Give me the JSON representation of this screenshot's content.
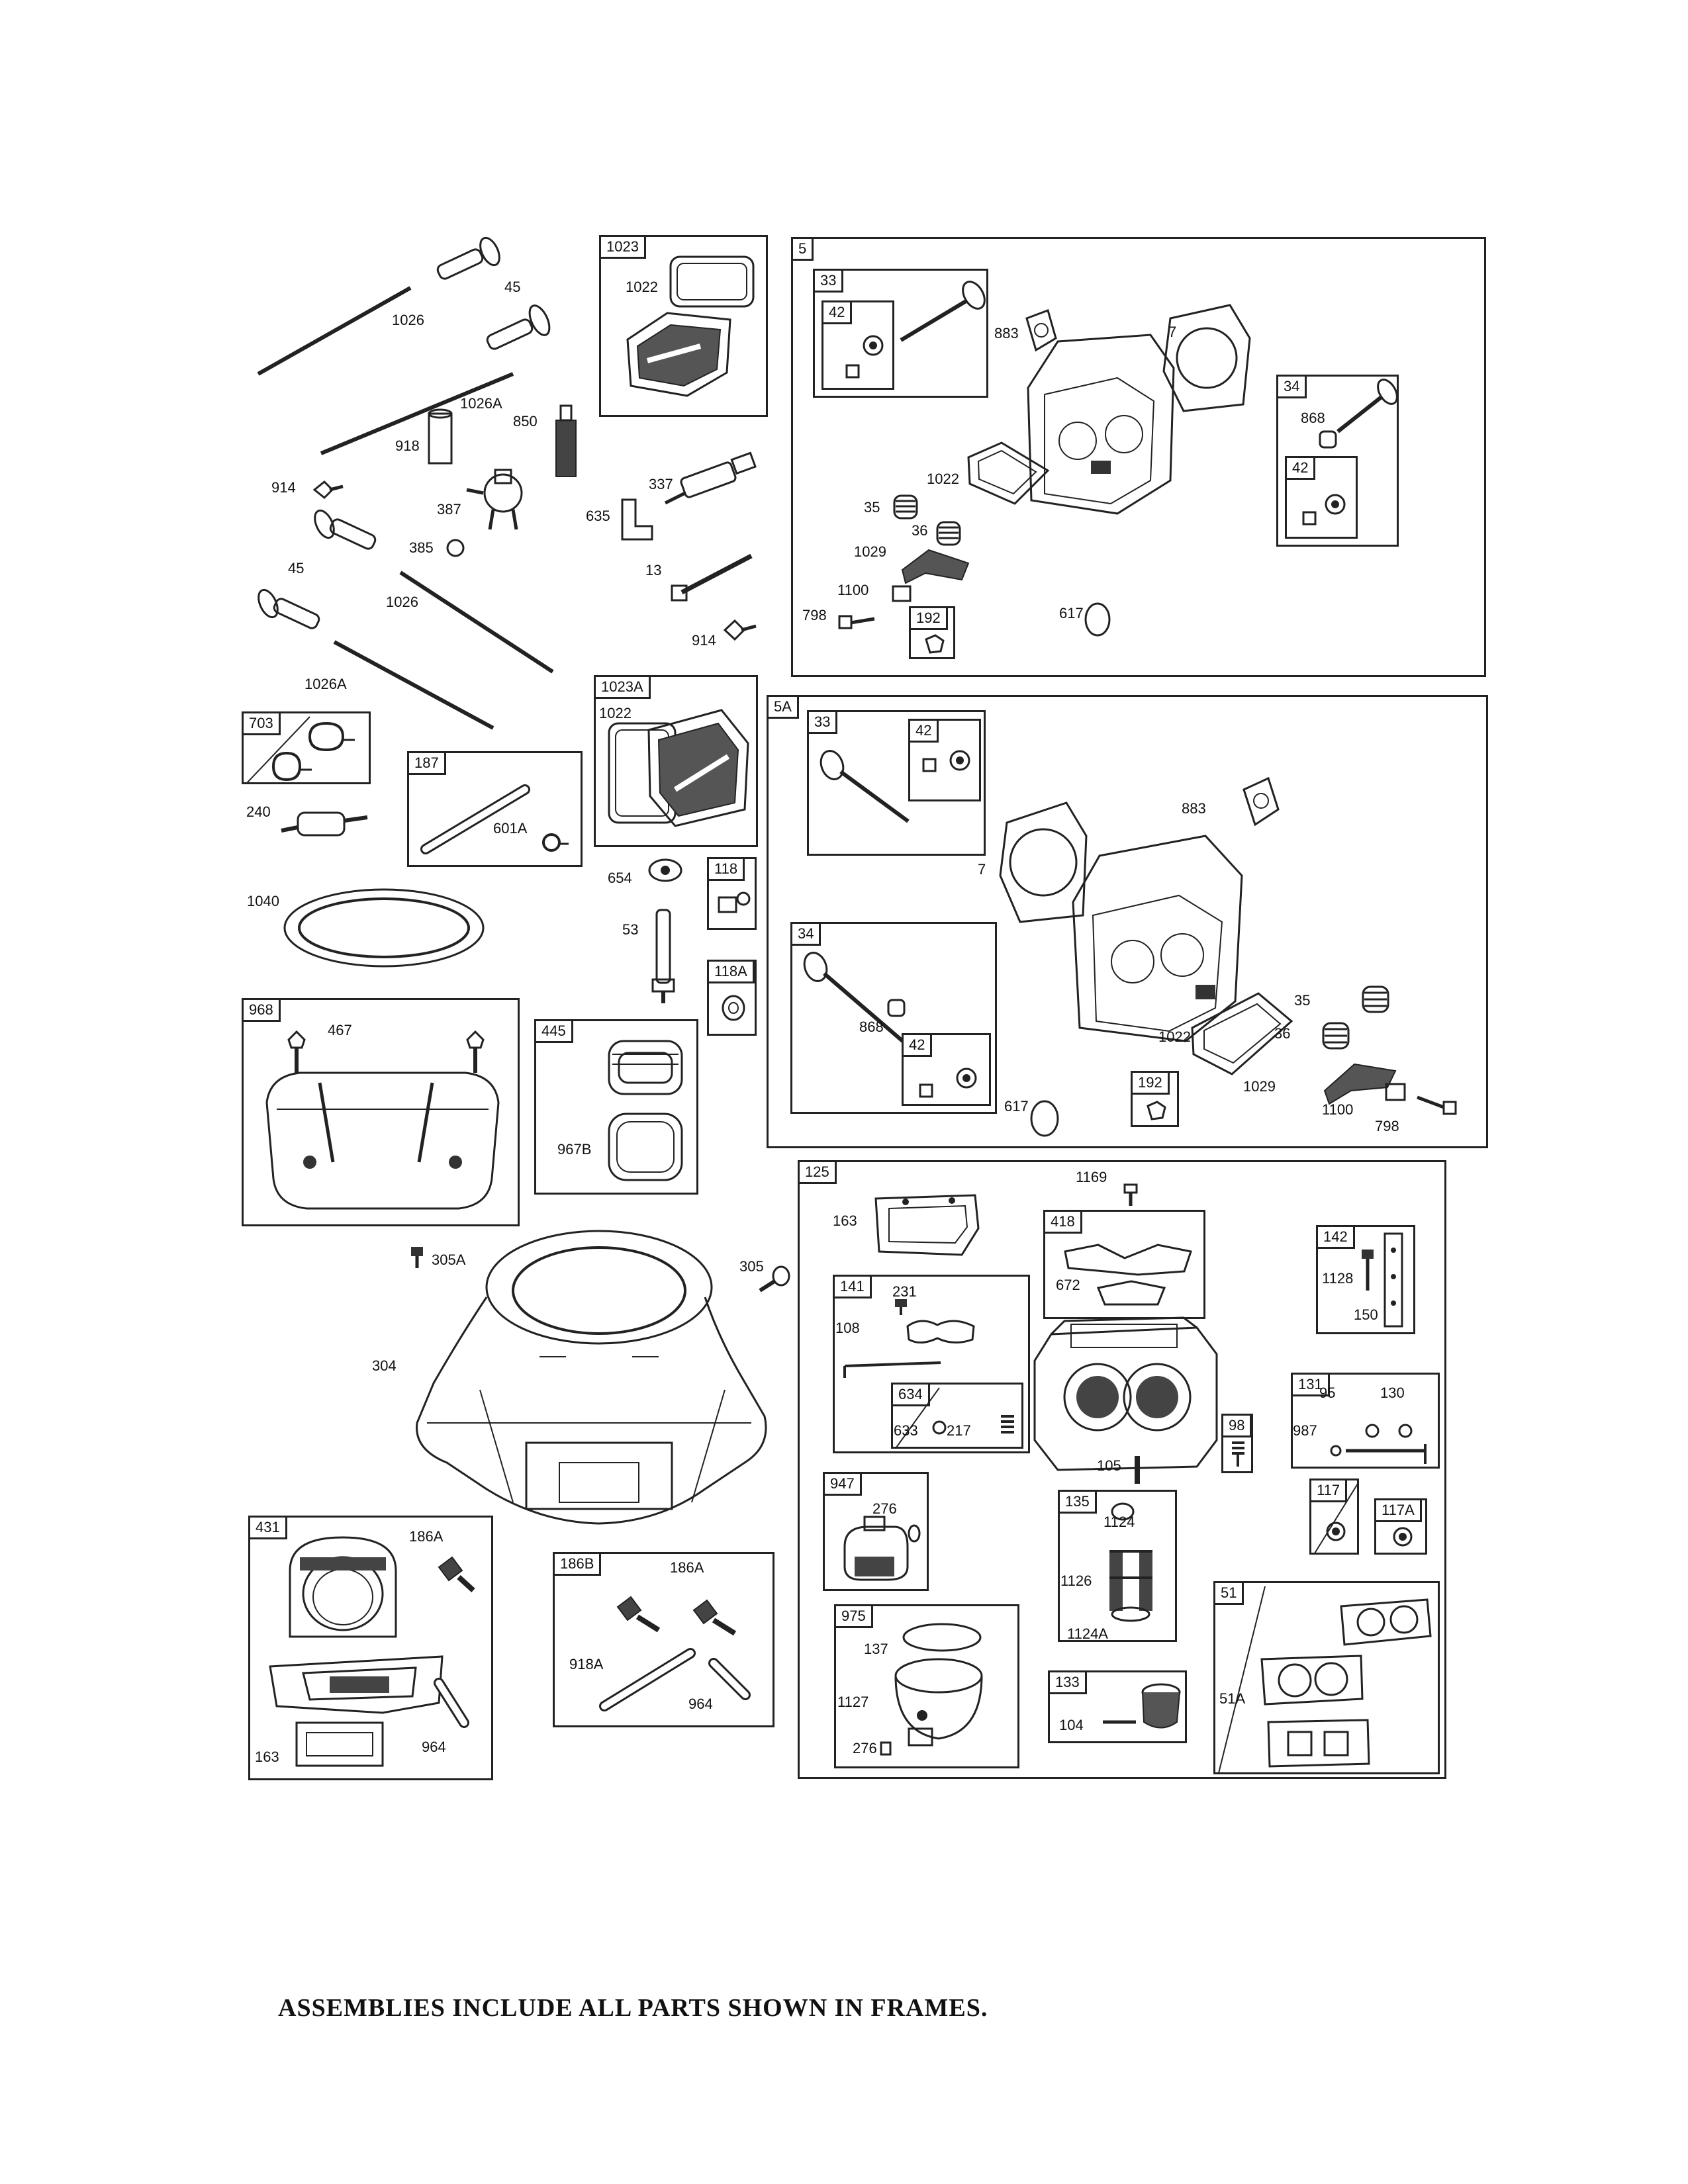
{
  "caption": "ASSEMBLIES INCLUDE ALL PARTS SHOWN IN FRAMES.",
  "frames": [
    {
      "key": "f1023",
      "tag": "1023"
    },
    {
      "key": "f5",
      "tag": "5"
    },
    {
      "key": "f5_33",
      "tag": "33"
    },
    {
      "key": "f5_33_42",
      "tag": "42"
    },
    {
      "key": "f5_34",
      "tag": "34"
    },
    {
      "key": "f5_34_42",
      "tag": "42"
    },
    {
      "key": "f5_192",
      "tag": "192"
    },
    {
      "key": "f703",
      "tag": "703"
    },
    {
      "key": "f187",
      "tag": "187"
    },
    {
      "key": "f1023A",
      "tag": "1023A"
    },
    {
      "key": "f118",
      "tag": "118"
    },
    {
      "key": "f118A",
      "tag": "118A"
    },
    {
      "key": "f5A",
      "tag": "5A"
    },
    {
      "key": "f5A_33",
      "tag": "33"
    },
    {
      "key": "f5A_33_42",
      "tag": "42"
    },
    {
      "key": "f5A_34",
      "tag": "34"
    },
    {
      "key": "f5A_34_42",
      "tag": "42"
    },
    {
      "key": "f5A_192",
      "tag": "192"
    },
    {
      "key": "f968",
      "tag": "968"
    },
    {
      "key": "f445",
      "tag": "445"
    },
    {
      "key": "f125",
      "tag": "125"
    },
    {
      "key": "f418",
      "tag": "418"
    },
    {
      "key": "f142",
      "tag": "142"
    },
    {
      "key": "f141",
      "tag": "141"
    },
    {
      "key": "f634",
      "tag": "634"
    },
    {
      "key": "f131",
      "tag": "131"
    },
    {
      "key": "f98",
      "tag": "98"
    },
    {
      "key": "f947",
      "tag": "947"
    },
    {
      "key": "f135",
      "tag": "135"
    },
    {
      "key": "f117",
      "tag": "117"
    },
    {
      "key": "f117A",
      "tag": "117A"
    },
    {
      "key": "f51",
      "tag": "51"
    },
    {
      "key": "f975",
      "tag": "975"
    },
    {
      "key": "f133",
      "tag": "133"
    },
    {
      "key": "f431",
      "tag": "431"
    },
    {
      "key": "f186B",
      "tag": "186B"
    }
  ],
  "labels": [
    "45",
    "1026",
    "1026A",
    "850",
    "918",
    "914",
    "387",
    "385",
    "337",
    "635",
    "13",
    "914",
    "45",
    "1026",
    "1026A",
    "1022",
    "883",
    "7",
    "868",
    "1022",
    "35",
    "36",
    "1029",
    "1100",
    "798",
    "617",
    "240",
    "1040",
    "601A",
    "1022",
    "654",
    "53",
    "883",
    "7",
    "868",
    "35",
    "36",
    "1022",
    "1029",
    "1100",
    "798",
    "617",
    "467",
    "967B",
    "305A",
    "305",
    "304",
    "1169",
    "163",
    "672",
    "1128",
    "150",
    "231",
    "108",
    "633",
    "217",
    "95",
    "130",
    "987",
    "105",
    "276",
    "1124",
    "1126",
    "1124A",
    "137",
    "1127",
    "276",
    "104",
    "51A",
    "186A",
    "163",
    "964",
    "186A",
    "918A",
    "964"
  ]
}
